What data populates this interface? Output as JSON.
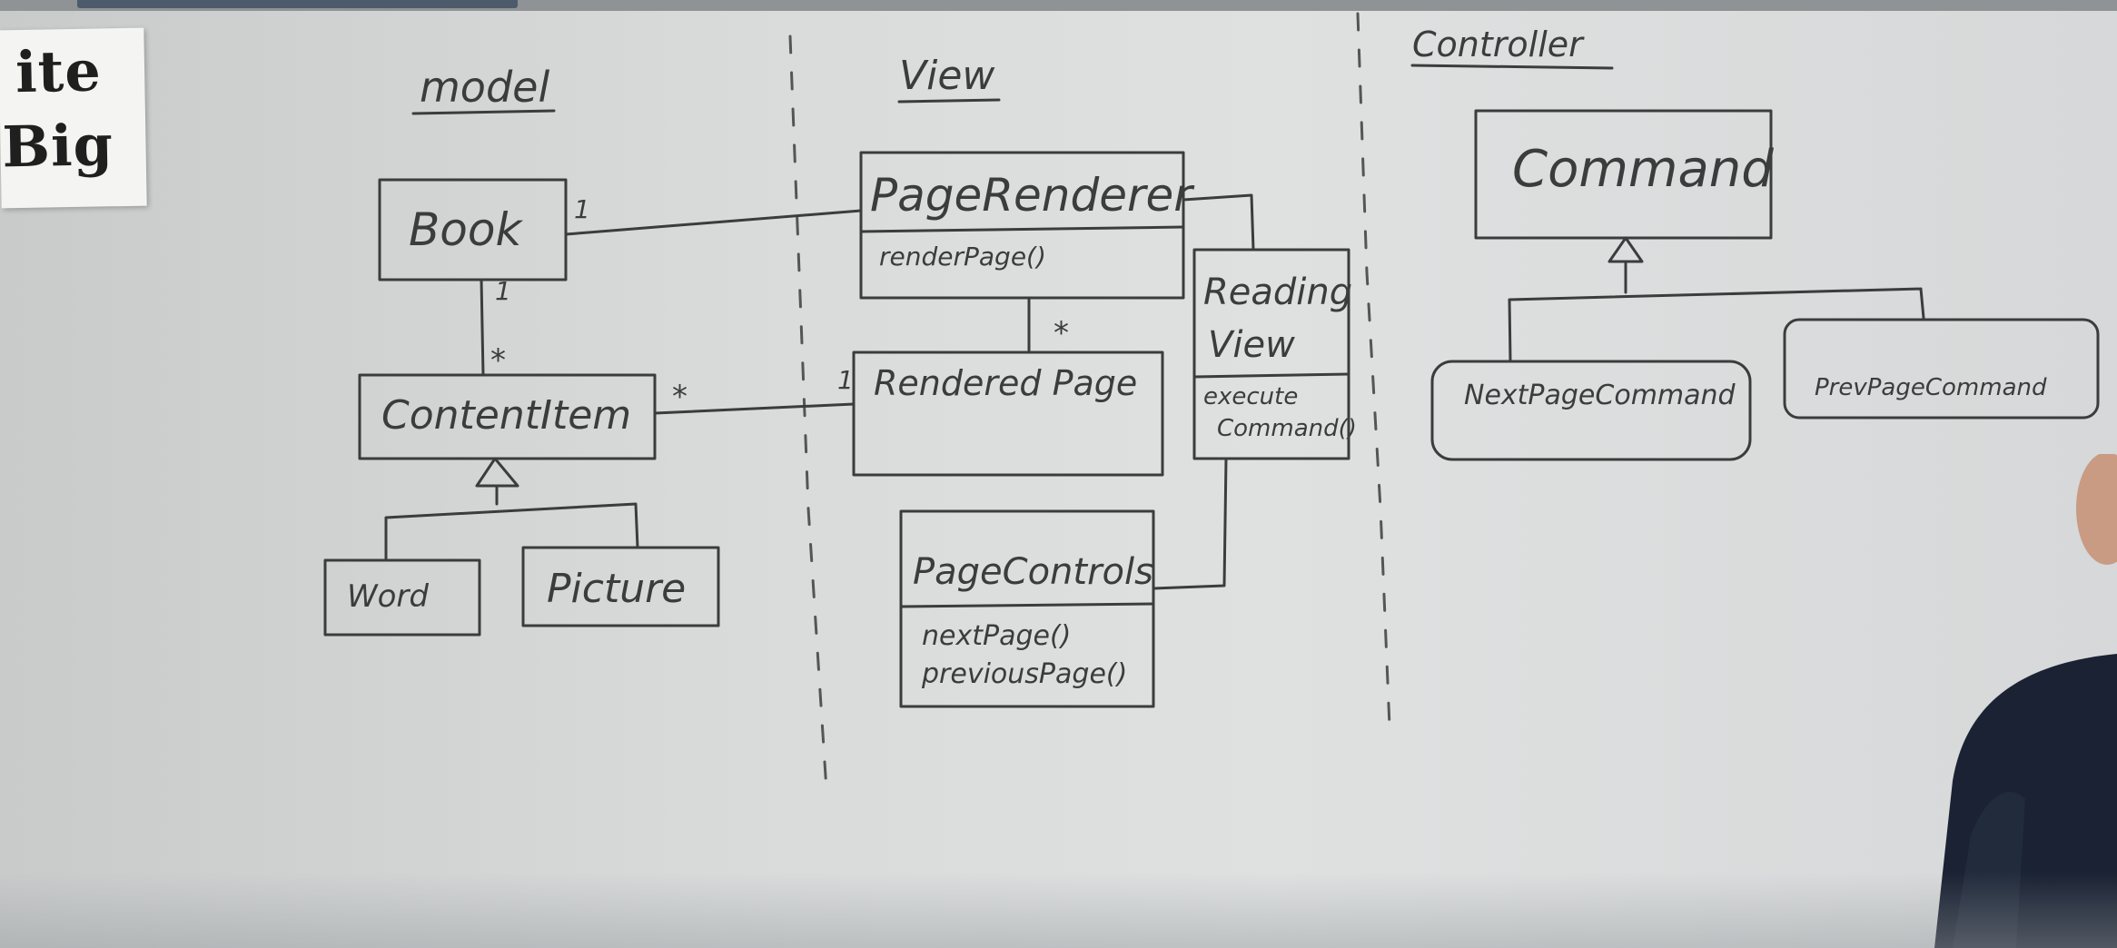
{
  "sign": {
    "line1": "ite",
    "line2": "Big"
  },
  "columns": {
    "model": "model",
    "view": "View",
    "controller": "Controller"
  },
  "classes": {
    "book": "Book",
    "content_item": "ContentItem",
    "word": "Word",
    "picture": "Picture",
    "page_renderer": "PageRenderer",
    "page_renderer_method": "renderPage()",
    "rendered_page": "Rendered Page",
    "reading_view_line1": "Reading",
    "reading_view_line2": "View",
    "reading_view_method_line1": "execute",
    "reading_view_method_line2": "Command()",
    "page_controls": "PageControls",
    "page_controls_method1": "nextPage()",
    "page_controls_method2": "previousPage()",
    "command": "Command",
    "next_page_command": "NextPageCommand",
    "prev_page_command": "PrevPageCommand"
  },
  "multiplicities": {
    "book_to_item_top": "1",
    "book_to_item_bottom": "*",
    "item_to_rendered": "*",
    "rendered_to_item": "1",
    "book_to_renderer": "1",
    "renderer_to_rendered": "*"
  },
  "colors": {
    "board": "#dcdede",
    "ink": "#3c3c3c"
  }
}
